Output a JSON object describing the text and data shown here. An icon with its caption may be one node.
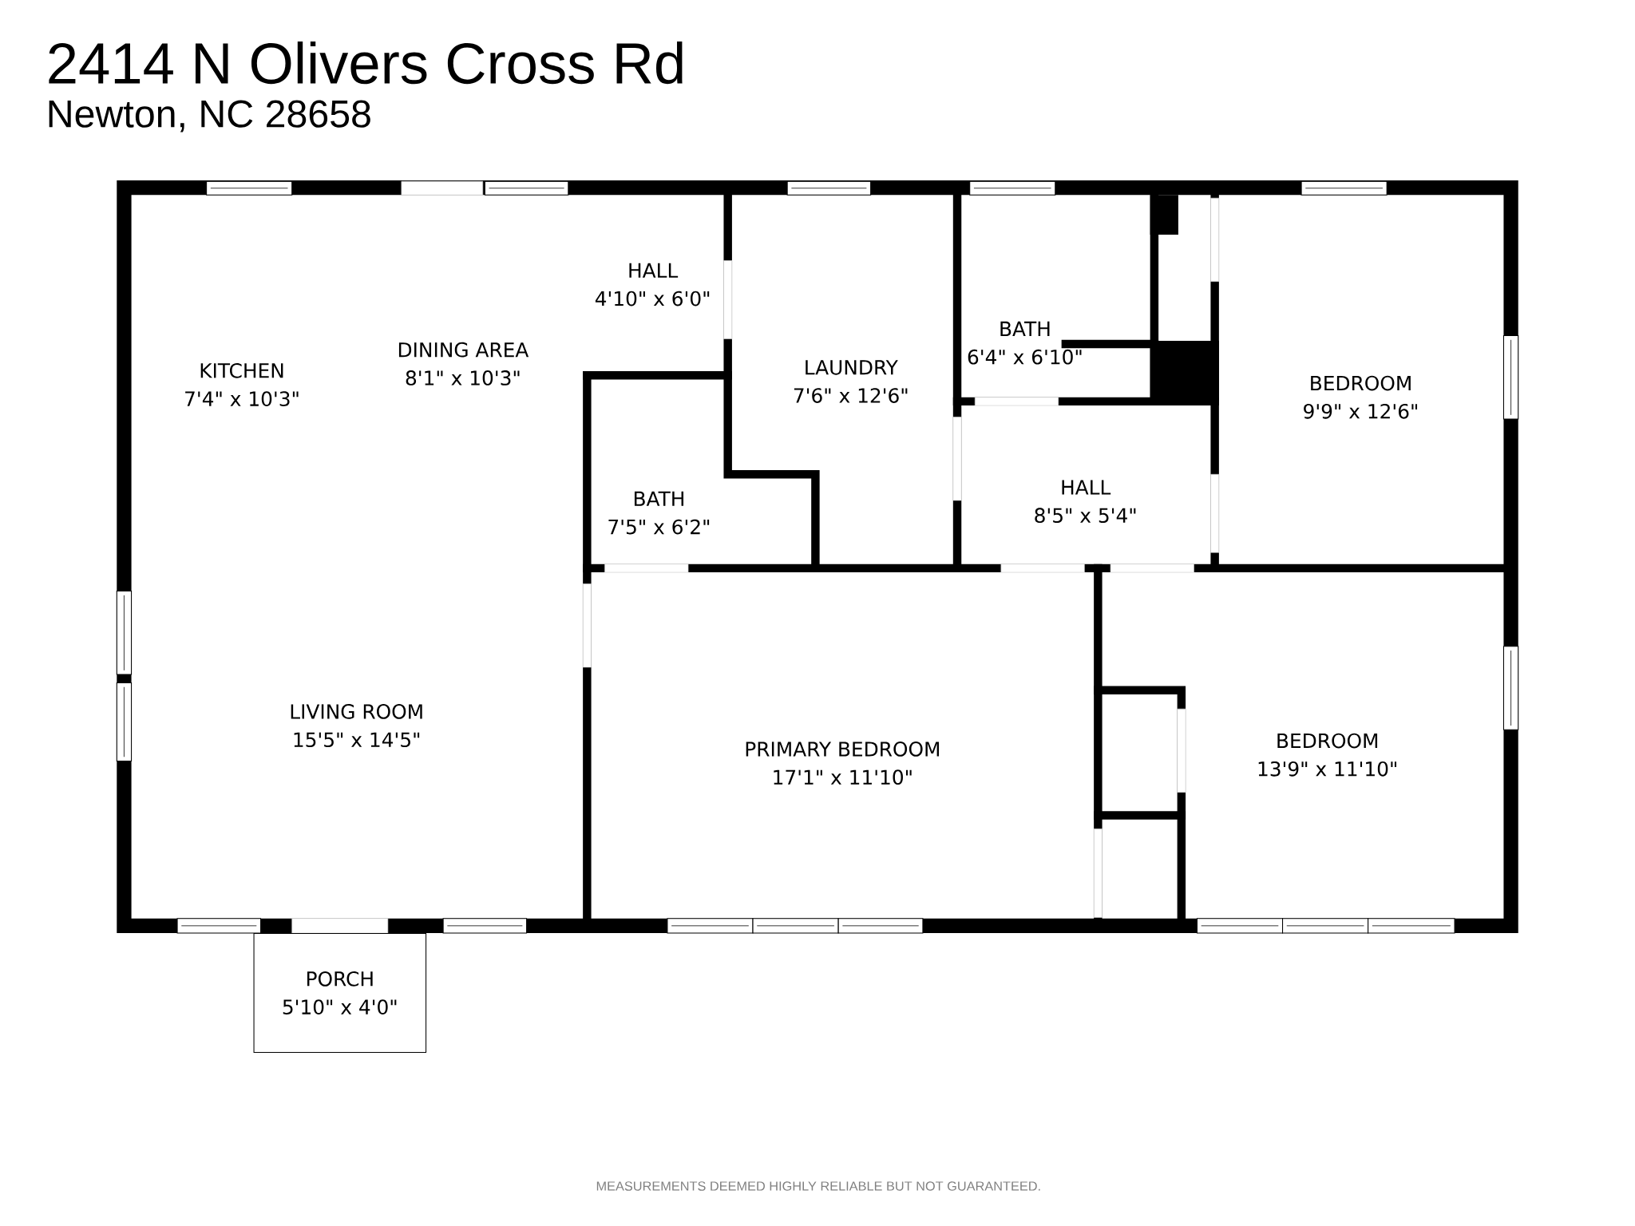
{
  "diagram": {
    "title": "2414 N Olivers Cross Rd",
    "nodes": [
      {
        "text": [
          "KITCHEN",
          "7'4\" x 10'3\""
        ]
      },
      {
        "text": [
          "DINING AREA",
          "8'1\" x 10'3\""
        ]
      },
      {
        "text": [
          "HALL",
          "4'10\" x 6'0\""
        ]
      },
      {
        "text": [
          "LAUNDRY",
          "7'6\" x 12'6\""
        ]
      },
      {
        "text": [
          "BATH",
          "6'4\" x 6'10\""
        ]
      },
      {
        "text": [
          "BEDROOM",
          "9'9\" x 12'6\""
        ]
      },
      {
        "text": [
          "BATH",
          "7'5\" x 6'2\""
        ]
      },
      {
        "text": [
          "HALL",
          "8'5\" x 5'4\""
        ]
      },
      {
        "text": [
          "LIVING ROOM",
          "15'5\" x 14'5\""
        ]
      },
      {
        "text": [
          "PRIMARY BEDROOM",
          "17'1\" x 11'10\""
        ]
      },
      {
        "text": [
          "BEDROOM",
          "13'9\" x 11'10\""
        ]
      },
      {
        "text": [
          "PORCH",
          "5'10\" x 4'0\""
        ]
      }
    ],
    "labels": [
      "Newton, NC 28658",
      "MEASUREMENTS DEEMED HIGHLY RELIABLE BUT NOT GUARANTEED."
    ]
  }
}
